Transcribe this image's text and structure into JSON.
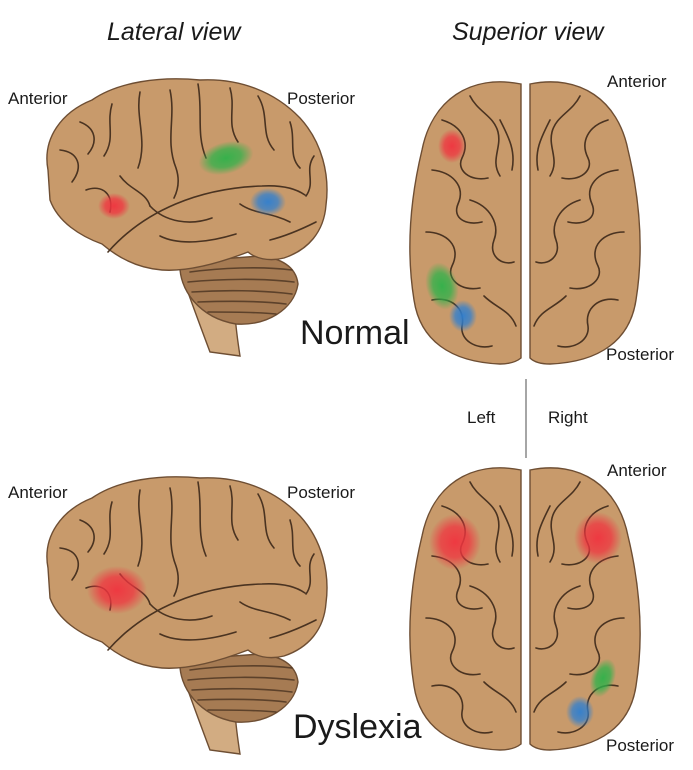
{
  "headers": {
    "lateral_view": "Lateral view",
    "superior_view": "Superior view"
  },
  "labels": {
    "anterior": "Anterior",
    "posterior": "Posterior",
    "left": "Left",
    "right": "Right"
  },
  "conditions": {
    "normal": "Normal",
    "dyslexia": "Dyslexia"
  },
  "colors": {
    "brain_fill": "#c89a6b",
    "cerebellum_fill": "#a67b53",
    "stem_fill": "#d2ac82",
    "outline": "#6e4e33",
    "activation_red": "#f0343f",
    "activation_green": "#2fb24a",
    "activation_blue": "#2f7fd0"
  }
}
